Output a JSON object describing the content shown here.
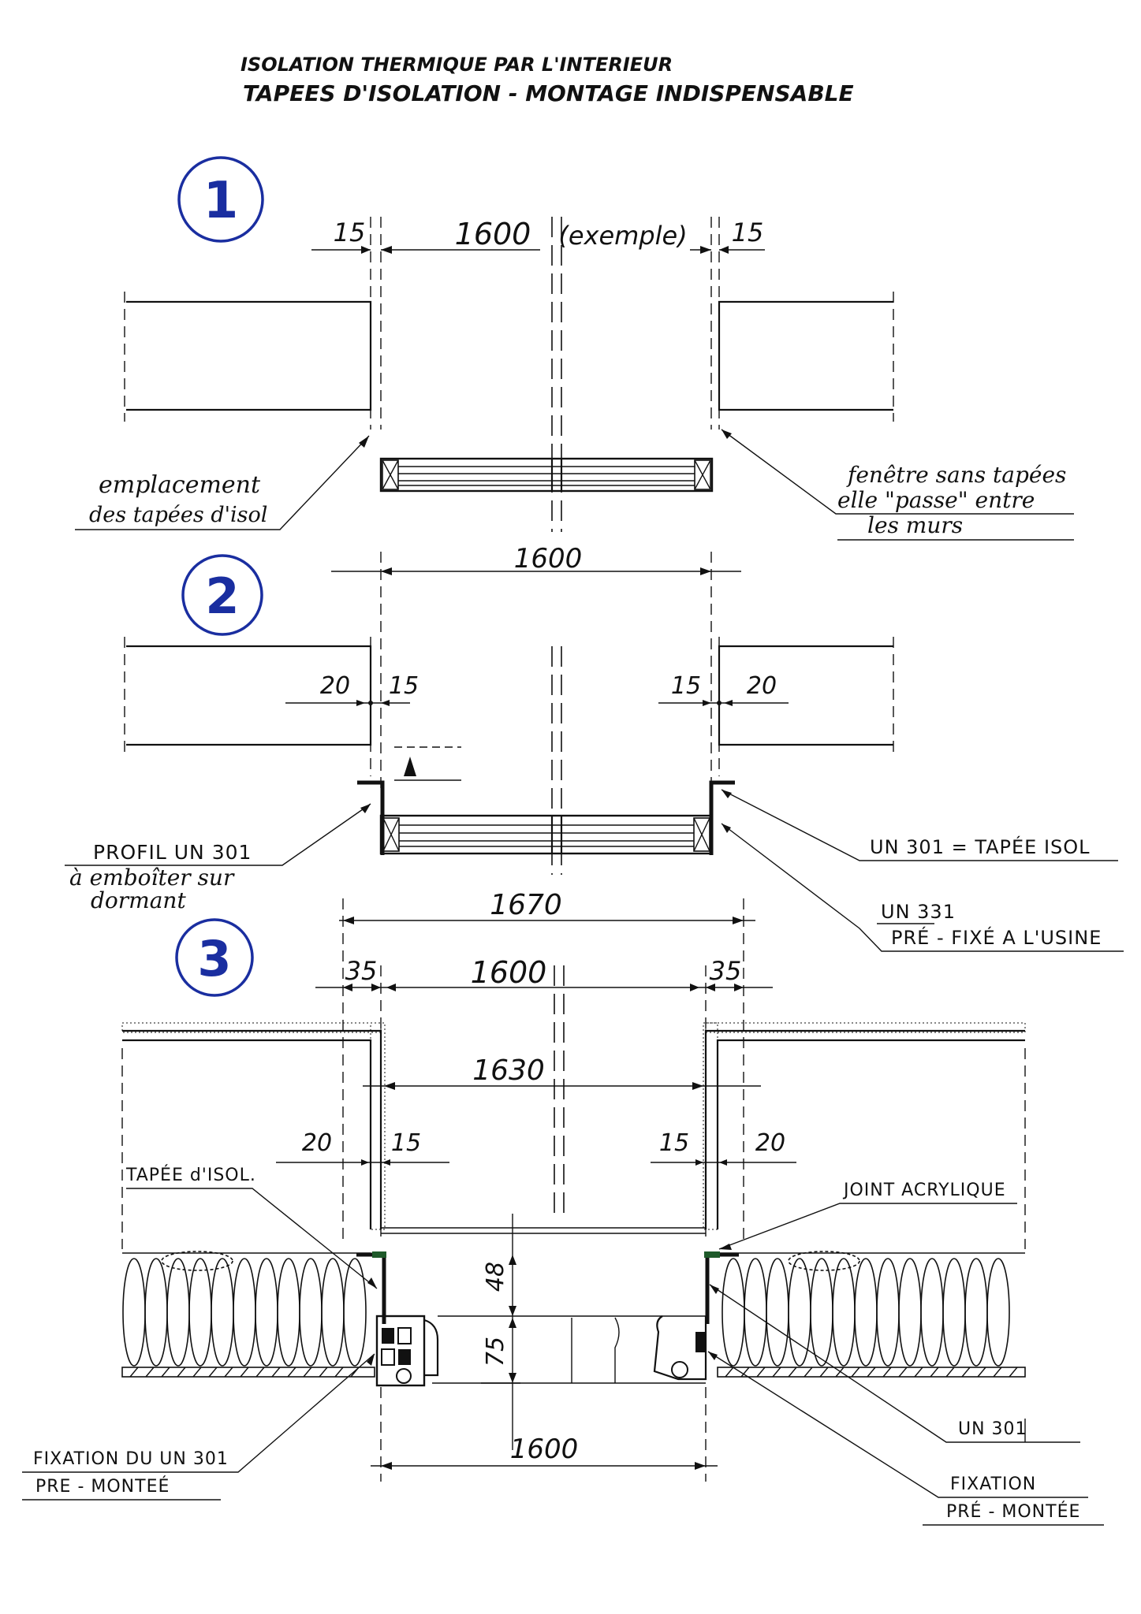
{
  "header": {
    "line1": "ISOLATION THERMIQUE  PAR L'INTERIEUR",
    "line2": "TAPEES  D'ISOLATION  -  MONTAGE  INDISPENSABLE"
  },
  "steps": [
    {
      "number": "1",
      "dims": {
        "left": "15",
        "center": "1600",
        "note": "(exemple)",
        "right": "15"
      },
      "labels": {
        "left": [
          "emplacement",
          "des tapées d'isol"
        ],
        "right": [
          "fenêtre sans tapées",
          "elle \"passe\" entre",
          "les murs"
        ]
      }
    },
    {
      "number": "2",
      "dims": {
        "top": "1600",
        "left_outer": "20",
        "left_inner": "15",
        "right_inner": "15",
        "right_outer": "20"
      },
      "labels": {
        "left": [
          "PROFIL  UN 301",
          "à emboîter sur",
          "dormant"
        ],
        "right_top": "UN 301 = TAPÉE ISOL",
        "right_bottom": [
          "UN 331",
          "PRÉ - FIXÉ A L'USINE"
        ]
      }
    },
    {
      "number": "3",
      "dims": {
        "overall": "1670",
        "left": "35",
        "center": "1600",
        "right": "35",
        "inner": "1630",
        "left_outer": "20",
        "left_inner": "15",
        "right_inner": "15",
        "right_outer": "20",
        "vert_top": "48",
        "vert_bottom": "75",
        "bottom": "1600"
      },
      "labels": {
        "tapee": "TAPÉE d'ISOL.",
        "joint": "JOINT ACRYLIQUE",
        "fix_left": [
          "FIXATION  DU  UN 301",
          "PRE - MONTEÉ"
        ],
        "un301": "UN 301",
        "fix_right": [
          "FIXATION",
          "PRÉ - MONTÉE"
        ]
      }
    }
  ]
}
